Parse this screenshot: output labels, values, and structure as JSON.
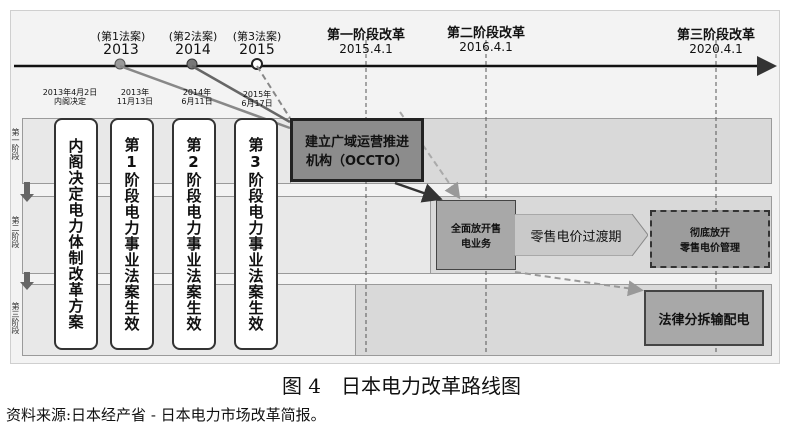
{
  "timeline": {
    "laws": [
      {
        "label": "(第1法案)",
        "year": "2013"
      },
      {
        "label": "(第2法案)",
        "year": "2014"
      },
      {
        "label": "(第3法案)",
        "year": "2015"
      }
    ],
    "phases": [
      {
        "title": "第一阶段改革",
        "date": "2015.4.1"
      },
      {
        "title": "第二阶段改革",
        "date": "2016.4.1"
      },
      {
        "title": "第三阶段改革",
        "date": "2020.4.1"
      }
    ]
  },
  "law_dates": [
    "2013年4月2日\n内阁决定",
    "2013年\n11月13日",
    "2014年\n6月11日",
    "2015年\n6月17日"
  ],
  "stage_labels": [
    "第一阶段",
    "第二阶段",
    "第三阶段"
  ],
  "vertical_boxes": [
    "内阁决定电力体制改革方案",
    "第1阶段电力事业法案生效",
    "第2阶段电力事业法案生效",
    "第3阶段电力事业法案生效"
  ],
  "boxes": {
    "occto": "建立广域运营推进\n机构（OCCTO）",
    "retail_open": "全面放开售\n电业务",
    "transition": "零售电价过渡期",
    "full_open": "彻底放开\n零售电价管理",
    "unbundling": "法律分拆输配电"
  },
  "caption": {
    "figure": "图 4　日本电力改革路线图",
    "source": "资料来源:日本经产省 - 日本电力市场改革简报。"
  }
}
